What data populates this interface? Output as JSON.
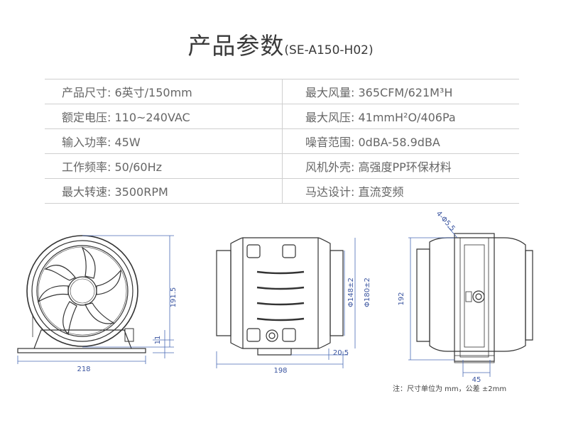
{
  "header": {
    "title": "产品参数",
    "model": "(SE-A150-H02)"
  },
  "specs": {
    "rows": [
      {
        "left": "产品尺寸: 6英寸/150mm",
        "right": "最大风量: 365CFM/621M³H"
      },
      {
        "left": "额定电压: 110~240VAC",
        "right": "最大风压: 41mmH²O/406Pa"
      },
      {
        "left": "输入功率: 45W",
        "right": "噪音范围: 0dBA-58.9dBA"
      },
      {
        "left": "工作频率: 50/60Hz",
        "right": "风机外壳: 高强度PP环保材料"
      },
      {
        "left": "最大转速: 3500RPM",
        "right": "马达设计: 直流变频"
      }
    ]
  },
  "dimensions": {
    "front_width": "218",
    "front_height": "191.5",
    "front_base": "11",
    "side_width": "198",
    "side_inner_dia": "Φ148±2",
    "side_outer_dia": "Φ180±2",
    "side_base": "20.5",
    "back_height": "192",
    "back_mount": "45",
    "back_holes": "4-Φ5.5"
  },
  "note": "注：尺寸单位为 mm，公差 ±2mm",
  "colors": {
    "dimension": "#3b55a0",
    "line": "#333333",
    "divider": "#cfcfcf"
  }
}
